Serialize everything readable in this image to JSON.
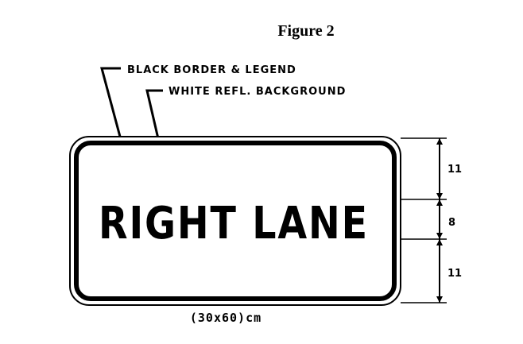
{
  "figure": {
    "title": "Figure 2"
  },
  "callouts": {
    "border": "BLACK BORDER & LEGEND",
    "background": "WHITE REFL. BACKGROUND"
  },
  "sign": {
    "legend": "RIGHT LANE",
    "size": "(30x60)cm",
    "border_color": "#000000",
    "background_color": "#ffffff"
  },
  "dimensions": {
    "top": "11",
    "middle": "8",
    "bottom": "11"
  }
}
